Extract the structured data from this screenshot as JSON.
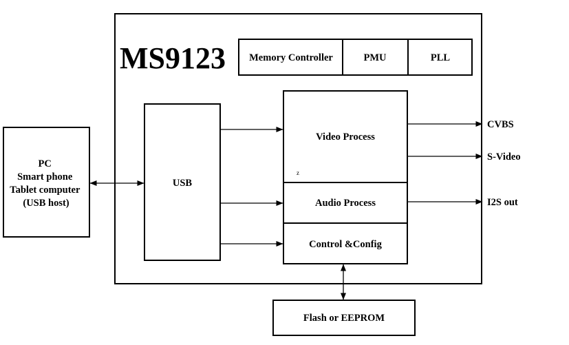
{
  "chip": {
    "name": "MS9123",
    "top_blocks": {
      "memory_controller": "Memory Controller",
      "pmu": "PMU",
      "pll": "PLL"
    },
    "usb": "USB",
    "video_process": "Video Process",
    "video_mark": "z",
    "audio_process": "Audio Process",
    "control_config": "Control &Config"
  },
  "host": {
    "lines": [
      "PC",
      "Smart phone",
      "Tablet computer",
      "(USB host)"
    ]
  },
  "outputs": {
    "cvbs": "CVBS",
    "svideo": "S-Video",
    "i2s": "I2S out"
  },
  "storage": {
    "label": "Flash or EEPROM"
  }
}
